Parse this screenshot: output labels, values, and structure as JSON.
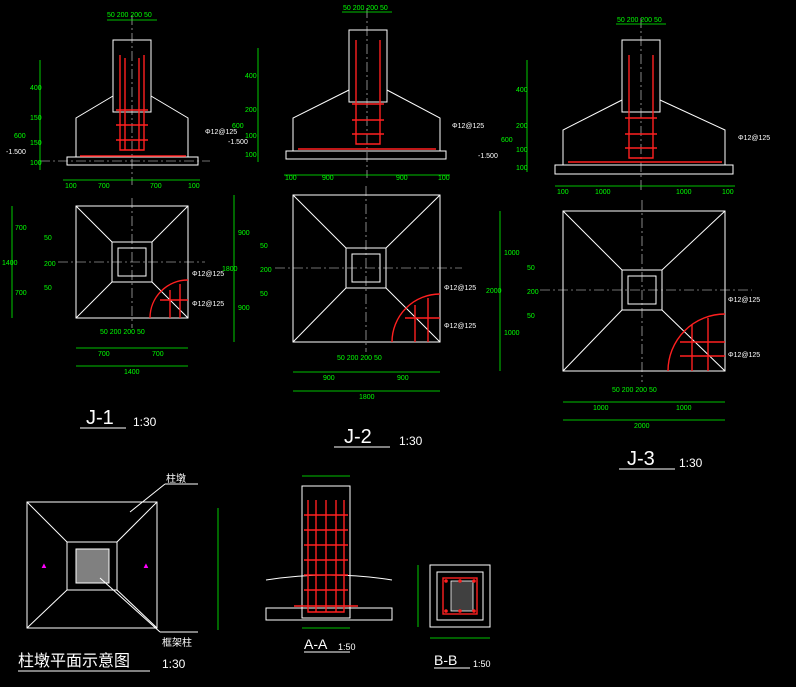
{
  "drawings": {
    "j1": {
      "title": "J-1",
      "scale": "1:30",
      "top_dims": "50 200  200 50",
      "elev_dims": [
        "400",
        "150",
        "600",
        "150",
        "100"
      ],
      "level": "-1.500",
      "bottom_dims": [
        "100",
        "700",
        "700",
        "100"
      ],
      "left_dims": [
        "700",
        "1400",
        "700"
      ],
      "col_dims": [
        "50",
        "200",
        "50"
      ],
      "bot_col": "50  200  200  50",
      "bot_half": [
        "700",
        "700"
      ],
      "bot_total": "1400",
      "rebar": "Φ12@125"
    },
    "j2": {
      "title": "J-2",
      "scale": "1:30",
      "top_dims": "50 200  200 50",
      "elev_dims": [
        "400",
        "200",
        "600",
        "100",
        "100"
      ],
      "level": "-1.500",
      "bottom_dims": [
        "100",
        "900",
        "900",
        "100"
      ],
      "left_dims": [
        "900",
        "1800",
        "900"
      ],
      "col_dims": [
        "50",
        "200",
        "50"
      ],
      "bot_col": "50 200  200 50",
      "bot_half": [
        "900",
        "900"
      ],
      "bot_total": "1800",
      "rebar": "Φ12@125"
    },
    "j3": {
      "title": "J-3",
      "scale": "1:30",
      "top_dims": "50 200  200 50",
      "elev_dims": [
        "400",
        "200",
        "600",
        "100",
        "100"
      ],
      "level": "-1.500",
      "bottom_dims": [
        "100",
        "1000",
        "1000",
        "100"
      ],
      "left_dims": [
        "1000",
        "2000",
        "1000"
      ],
      "col_dims": [
        "50",
        "200",
        "50"
      ],
      "bot_col": "50  200  200  50",
      "bot_half": [
        "1000",
        "1000"
      ],
      "bot_total": "2000",
      "rebar": "Φ12@125"
    },
    "plan_schematic": {
      "title": "柱墩平面示意图",
      "scale": "1:30",
      "label_top": "柱墩",
      "label_bottom": "框架柱"
    },
    "section_aa": {
      "title": "A-A",
      "scale": "1:50"
    },
    "section_bb": {
      "title": "B-B",
      "scale": "1:50"
    }
  },
  "colors": {
    "background": "#000000",
    "lines": "#ffffff",
    "dimensions": "#00ff00",
    "rebar": "#ff2020",
    "marker": "#ff00ff"
  }
}
